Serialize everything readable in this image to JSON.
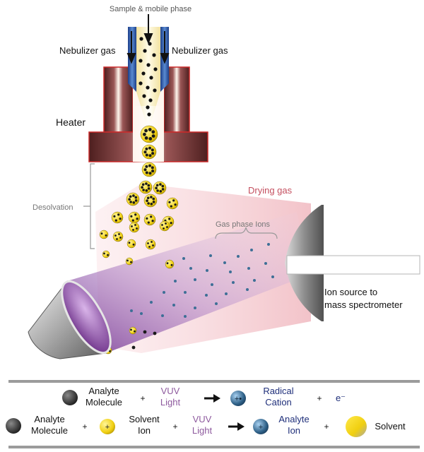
{
  "labels": {
    "sample": "Sample & mobile phase",
    "nebulizer_left": "Nebulizer gas",
    "nebulizer_right": "Nebulizer gas",
    "heater": "Heater",
    "desolvation": "Desolvation",
    "drying_gas": "Drying gas",
    "gas_phase_ions": "Gas phase Ions",
    "ion_source_line1": "Ion source to",
    "ion_source_line2": "mass spectrometer"
  },
  "legend": {
    "row1": {
      "molecule_line1": "Analyte",
      "molecule_line2": "Molecule",
      "plus1": "+",
      "light_line1": "VUV",
      "light_line2": "Light",
      "product_line1": "Radical",
      "product_line2": "Cation",
      "plus2": "+",
      "electron": "e⁻"
    },
    "row2": {
      "molecule_line1": "Analyte",
      "molecule_line2": "Molecule",
      "plus1": "+",
      "solvent_ion_line1": "Solvent",
      "solvent_ion_line2": "Ion",
      "plus2": "+",
      "light_line1": "VUV",
      "light_line2": "Light",
      "product_line1": "Analyte",
      "product_line2": "Ion",
      "plus3": "+",
      "solvent": "Solvent"
    }
  },
  "colors": {
    "heater": "#7a3535",
    "heater_outline": "#cc2a2a",
    "vuv_text": "#8e5a9e",
    "ion_text": "#1f2f7a",
    "solvent": "#f0cf10",
    "ion_dot": "#3d6f96",
    "drying_gas_text": "#c44f5f"
  }
}
